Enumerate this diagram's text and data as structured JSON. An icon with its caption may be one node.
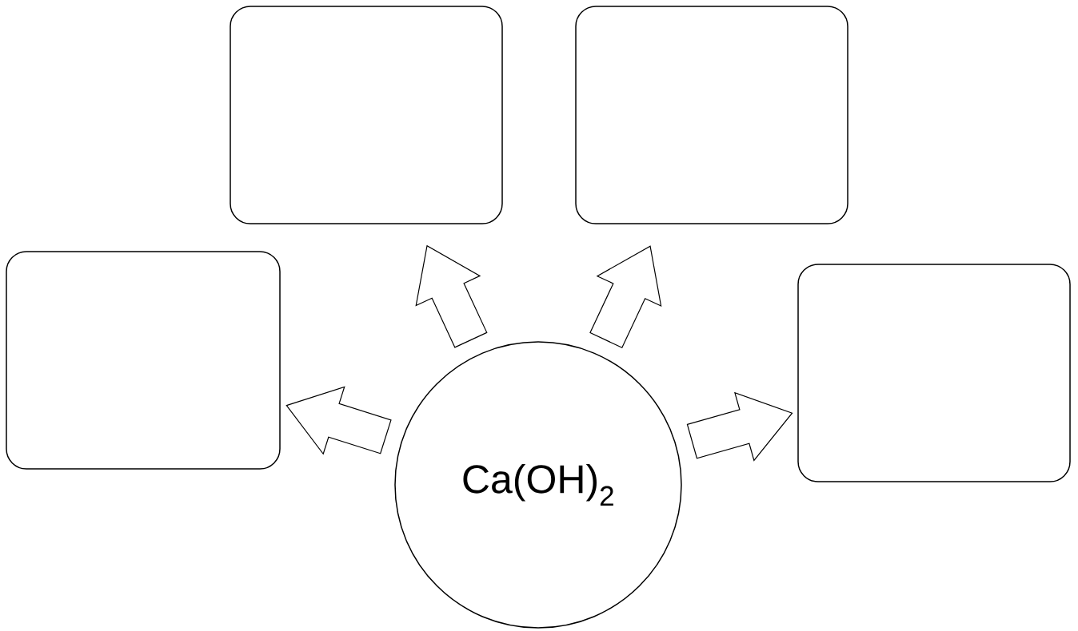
{
  "diagram": {
    "nodes": [
      {
        "text": [],
        "shape": "box"
      },
      {
        "text": [],
        "shape": "box"
      },
      {
        "text": [],
        "shape": "box"
      },
      {
        "text": [
          "Ca(OH)$_{2}$"
        ]
      },
      {
        "text": [],
        "shape": "box"
      }
    ],
    "edges": [
      {
        "from": 3,
        "to": 0,
        "arrow": "to"
      },
      {
        "from": 3,
        "to": 1,
        "arrow": "to"
      },
      {
        "from": 3,
        "to": 2,
        "arrow": "to"
      },
      {
        "from": 3,
        "to": 4,
        "arrow": "to"
      }
    ]
  }
}
